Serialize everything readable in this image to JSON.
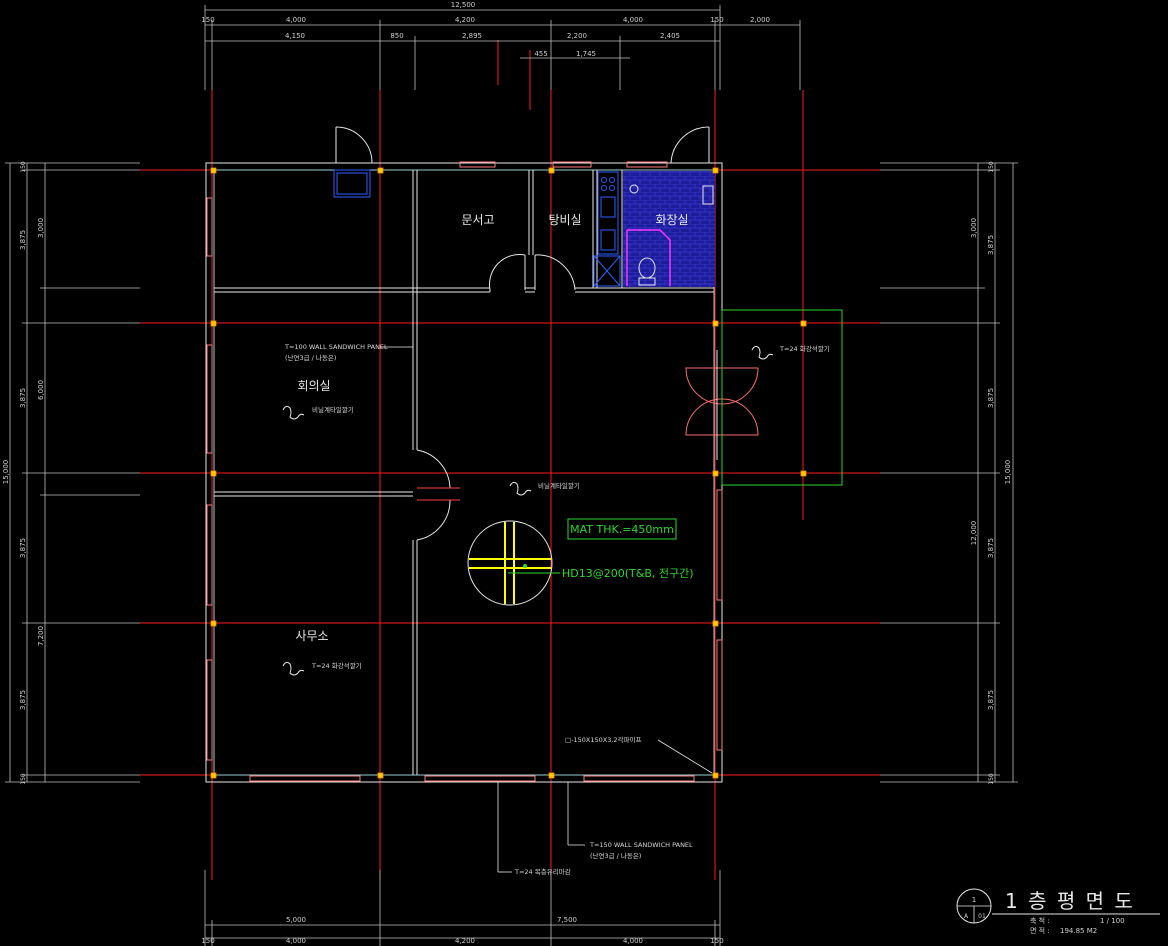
{
  "colors": {
    "background": "#000000",
    "grid": "#ff1a1a",
    "wall": "#e8e8e8",
    "window": "#ff8080",
    "column": "#ffd000",
    "blue": "#2a60ff",
    "magenta": "#ff33ff",
    "green": "#2bd92b",
    "yellow": "#ffff00"
  },
  "dims": {
    "top_total": "12,500",
    "top_row1": [
      "150",
      "4,000",
      "4,200",
      "4,000",
      "150",
      "2,000"
    ],
    "top_row2": [
      "4,150",
      "850",
      "2,895",
      "2,200",
      "2,405"
    ],
    "top_row3": [
      "455",
      "1,745"
    ],
    "bottom_row1": [
      "5,000",
      "7,500"
    ],
    "bottom_row2": [
      "150",
      "4,000",
      "4,200",
      "4,000",
      "150"
    ],
    "left_outer": [
      "3,875",
      "3,875",
      "3,875",
      "3,875"
    ],
    "left_total": "15,000",
    "left_mid": [
      "3,000",
      "6,000",
      "7,200"
    ],
    "left_ends": [
      "150",
      "150"
    ],
    "right_inner": [
      "3,000",
      "12,000"
    ],
    "right_outer": [
      "3,875",
      "3,875",
      "3,875",
      "3,875"
    ],
    "right_total": "15,000",
    "right_ends": [
      "150",
      "150"
    ]
  },
  "rooms": {
    "storage": "문서고",
    "kitchen": "탕비실",
    "toilet": "화장실",
    "meeting": "회의실",
    "office": "사무소"
  },
  "notes": {
    "wall100_line1": "T=100 WALL SANDWICH PANEL",
    "wall100_line2": "(난연3급 / 나동은)",
    "floor_meeting": "비닐계타일깔기",
    "floor_center": "비닐계타일깔기",
    "floor_office": "T=24 화강석깔기",
    "floor_right": "T=24 화강석깔기",
    "mat": "MAT THK.=450mm",
    "rebar": "HD13@200(T&B, 전구간)",
    "pipe": "□-150X150X3.2각파이프",
    "wall150_line1": "T=150 WALL SANDWICH PANEL",
    "wall150_line2": "(난연3급 / 나동은)",
    "glass": "T=24 복층유리마감"
  },
  "title_block": {
    "sheet_num": "1",
    "sheet_ref": "A",
    "sheet_sub": "01",
    "title": "1 층 평 면 도",
    "scale_label": "축 척 :",
    "scale": "1 / 100",
    "area_label": "면 적 :",
    "area": "194.85 M2"
  }
}
